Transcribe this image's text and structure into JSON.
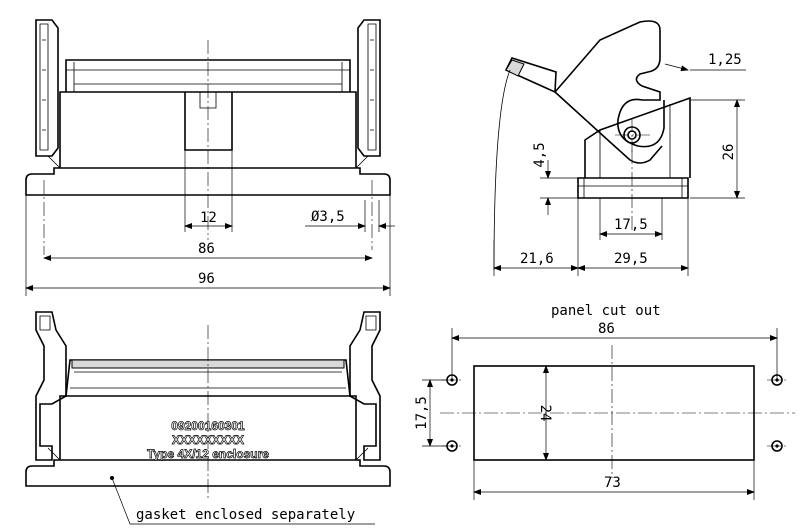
{
  "views": {
    "front_top": {
      "dims": {
        "center_width": "12",
        "hole_dia": "Ø3,5",
        "hole_pitch": "86",
        "overall_width": "96"
      }
    },
    "side": {
      "dims": {
        "tip": "1,25",
        "height": "26",
        "base_height": "4,5",
        "base_width": "17,5",
        "lever_reach": "21,6",
        "side_width": "29,5"
      }
    },
    "front_bottom": {
      "marking": {
        "line1": "09200160301",
        "line2": "XXXXXXXXX",
        "line3": "Type 4X/12 enclosure"
      },
      "note": "gasket enclosed separately"
    },
    "cutout": {
      "title": "panel cut out",
      "dims": {
        "hole_pitch_x": "86",
        "hole_pitch_y": "17,5",
        "height": "24",
        "width": "73"
      }
    }
  }
}
